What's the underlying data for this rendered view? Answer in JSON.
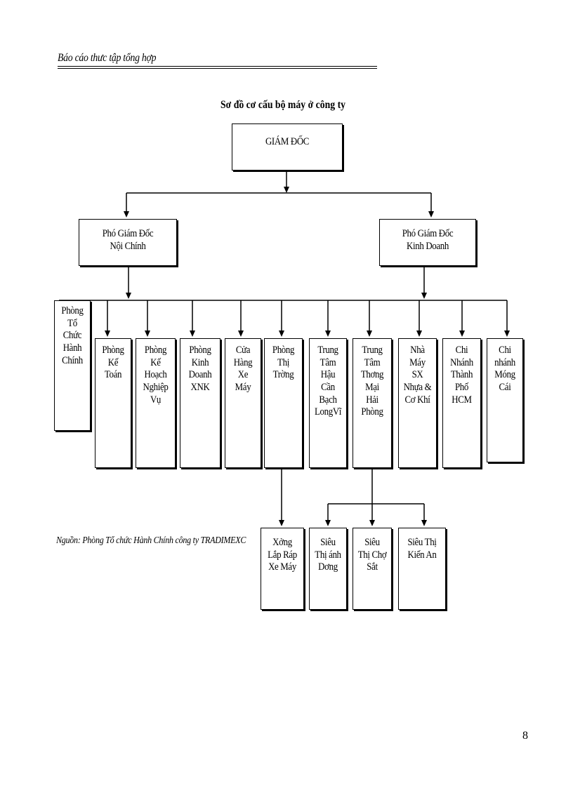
{
  "header": {
    "text": "Báo cáo thưc tập tổng hợp"
  },
  "title": "Sơ đồ cơ cấu bộ máy ở công ty",
  "nodes": {
    "director": "GIÁM ĐỐC",
    "vp_internal": "Phó Giám Đốc\nNội Chính",
    "vp_business": "Phó Giám Đốc\nKinh Doanh",
    "dept_org_admin": "Phòng\nTổ\nChức\nHành\nChính",
    "dept_accounting": "Phòng\nKế\nToán",
    "dept_planning": "Phòng\nKế\nHoạch\nNghiệp\nVụ",
    "dept_trade_xnk": "Phòng\nKinh\nDoanh\nXNK",
    "store_motorbike": "Cửa\nHàng\nXe\nMáy",
    "dept_market": "Phòng\nThị\nTrờng",
    "center_logistics": "Trung\nTâm\nHậu\nCần\nBạch\nLongVĩ",
    "center_commerce": "Trung\nTâm\nThơng\nMại\nHải\nPhòng",
    "factory_plastic": "Nhà\nMáy\nSX\nNhựa &\nCơ Khí",
    "branch_hcm": "Chi\nNhánh\nThành\nPhố\nHCM",
    "branch_mongcai": "Chi\nnhánh\nMóng\nCái",
    "workshop_assembly": "Xởng\nLắp Ráp\nXe Máy",
    "super_anhdong": "Siêu\nThị ánh\nDơng",
    "super_chosat": "Siêu\nThị Chợ\nSắt",
    "super_kienan": "Siêu Thị\nKiến An"
  },
  "source": "Nguồn: Phòng Tổ chức Hành Chính công ty TRADIMEXC",
  "page_number": "8"
}
